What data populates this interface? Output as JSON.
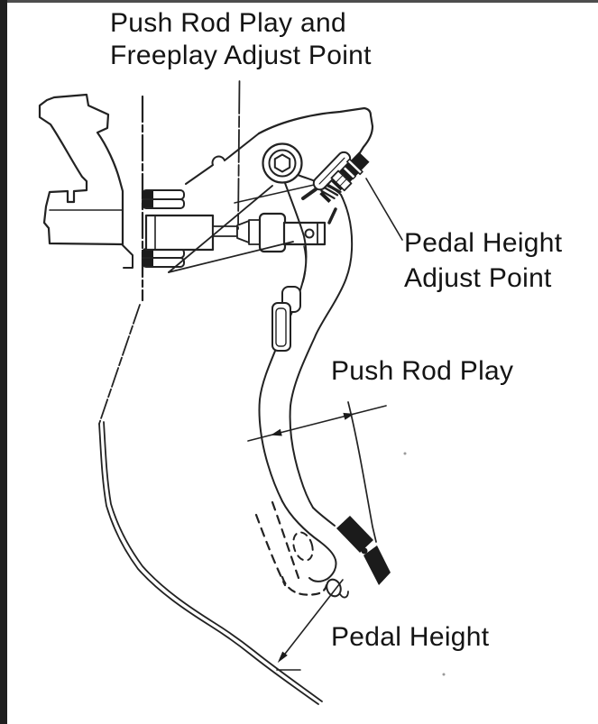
{
  "page": {
    "background": "#ffffff",
    "ink_color": "#222222",
    "text_color": "#141414",
    "scan_border_left_color": "#1f1f1f",
    "scan_border_top_color": "#4d4d4d"
  },
  "labels": {
    "freeplay_adjust": {
      "line1": "Push Rod Play and",
      "line2": "Freeplay Adjust Point"
    },
    "pedal_height_adjust": {
      "line1": "Pedal Height",
      "line2": "Adjust Point"
    },
    "push_rod_play": "Push Rod Play",
    "pedal_height": "Pedal Height"
  }
}
